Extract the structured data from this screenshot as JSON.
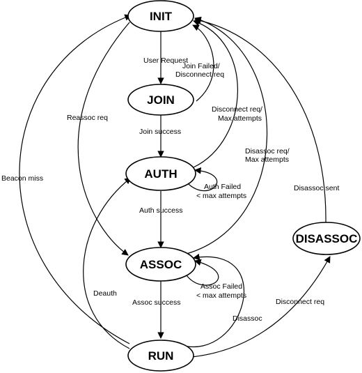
{
  "states": {
    "init": "INIT",
    "join": "JOIN",
    "auth": "AUTH",
    "assoc": "ASSOC",
    "run": "RUN",
    "disassoc": "DISASSOC"
  },
  "transitions": {
    "user_request": "User Request",
    "join_failed": [
      "Join Failed/",
      "Disconnect req"
    ],
    "join_success": "Join success",
    "disconnect_max": [
      "Disconnect req/",
      "Max attempts"
    ],
    "disassoc_max": [
      "Disassoc req/",
      "Max attempts"
    ],
    "reassoc_req": "Reassoc req",
    "beacon_miss": "Beacon miss",
    "auth_failed": [
      "Auth Failed",
      "< max attempts"
    ],
    "auth_success": "Auth success",
    "assoc_failed": [
      "Assoc Failed",
      "< max attempts"
    ],
    "deauth": "Deauth",
    "assoc_success": "Assoc success",
    "disassoc": "Disassoc",
    "disconnect_req": "Disconnect req",
    "disassoc_sent": "Disassoc sent"
  }
}
